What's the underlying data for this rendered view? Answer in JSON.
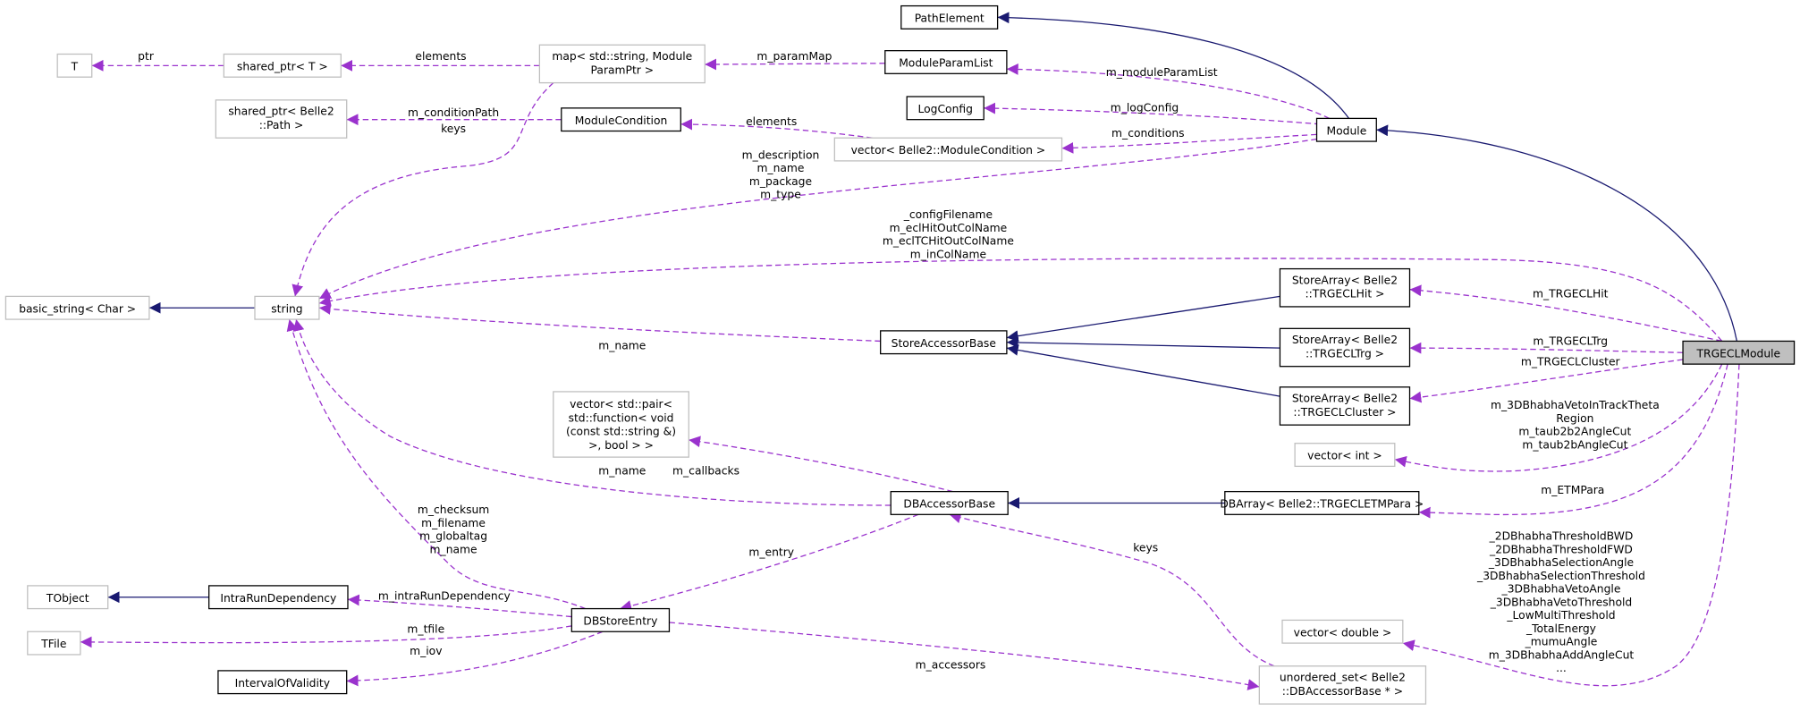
{
  "colors": {
    "inheritance": "#191970",
    "usage": "#9a32cd",
    "focus_fill": "#bfbfbf",
    "external_border": "#bfbfbf"
  },
  "nodes": {
    "path_element": [
      "PathElement"
    ],
    "module": [
      "Module"
    ],
    "log_config": [
      "LogConfig"
    ],
    "module_param_list": [
      "ModuleParamList"
    ],
    "map_param": [
      "map< std::string, Module",
      "ParamPtr >"
    ],
    "shared_ptr_t": [
      "shared_ptr< T >"
    ],
    "t": [
      "T"
    ],
    "shared_ptr_path": [
      "shared_ptr< Belle2",
      "::Path >"
    ],
    "module_condition": [
      "ModuleCondition"
    ],
    "vector_module_condition": [
      "vector< Belle2::ModuleCondition >"
    ],
    "basic_string": [
      "basic_string< Char >"
    ],
    "string": [
      "string"
    ],
    "store_accessor_base": [
      "StoreAccessorBase"
    ],
    "store_array_hit": [
      "StoreArray< Belle2",
      "::TRGECLHit >"
    ],
    "store_array_trg": [
      "StoreArray< Belle2",
      "::TRGECLTrg >"
    ],
    "store_array_cluster": [
      "StoreArray< Belle2",
      "::TRGECLCluster >"
    ],
    "trgecl_module": [
      "TRGECLModule"
    ],
    "vector_int": [
      "vector< int >"
    ],
    "db_array": [
      "DBArray< Belle2::TRGECLETMPara >"
    ],
    "db_accessor_base": [
      "DBAccessorBase"
    ],
    "vector_pair": [
      "vector< std::pair<",
      "std::function< void",
      "(const std::string &)",
      ">, bool > >"
    ],
    "tobject": [
      "TObject"
    ],
    "intra_run_dependency": [
      "IntraRunDependency"
    ],
    "tfile": [
      "TFile"
    ],
    "interval_of_validity": [
      "IntervalOfValidity"
    ],
    "db_store_entry": [
      "DBStoreEntry"
    ],
    "vector_double": [
      "vector< double >"
    ],
    "unordered_set": [
      "unordered_set< Belle2",
      "::DBAccessorBase * >"
    ]
  },
  "edge_labels": {
    "ptr": [
      "ptr"
    ],
    "elements_map": [
      "elements"
    ],
    "param_map": [
      "m_paramMap"
    ],
    "module_param_list": [
      "m_moduleParamList"
    ],
    "condition_path": [
      "m_conditionPath"
    ],
    "keys_map": [
      "keys"
    ],
    "log_config": [
      "m_logConfig"
    ],
    "elements_cond": [
      "elements"
    ],
    "conditions": [
      "m_conditions"
    ],
    "module_strings": [
      "m_description",
      "m_name",
      "m_package",
      "m_type"
    ],
    "trgecl_strings": [
      "_configFilename",
      "m_eclHitOutColName",
      "m_eclTCHitOutColName",
      "m_inColName"
    ],
    "sab_name": [
      "m_name"
    ],
    "trgecl_hit": [
      "m_TRGECLHit"
    ],
    "trgecl_trg": [
      "m_TRGECLTrg"
    ],
    "trgecl_cluster": [
      "m_TRGECLCluster"
    ],
    "vector_int_members": [
      "m_3DBhabhaVetoInTrackTheta",
      "Region",
      "m_taub2b2AngleCut",
      "m_taub2bAngleCut"
    ],
    "etm_para": [
      "m_ETMPara"
    ],
    "callbacks": [
      "m_callbacks"
    ],
    "dba_name": [
      "m_name"
    ],
    "dbse_strings": [
      "m_checksum",
      "m_filename",
      "m_globaltag",
      "m_name"
    ],
    "entry": [
      "m_entry"
    ],
    "keys_set": [
      "keys"
    ],
    "intra_run": [
      "m_intraRunDependency"
    ],
    "tfile": [
      "m_tfile"
    ],
    "iov": [
      "m_iov"
    ],
    "accessors": [
      "m_accessors"
    ],
    "vector_double_members": [
      "_2DBhabhaThresholdBWD",
      "_2DBhabhaThresholdFWD",
      "_3DBhabhaSelectionAngle",
      "_3DBhabhaSelectionThreshold",
      "_3DBhabhaVetoAngle",
      "_3DBhabhaVetoThreshold",
      "_LowMultiThreshold",
      "_TotalEnergy",
      "_mumuAngle",
      "m_3DBhabhaAddAngleCut",
      "..."
    ]
  }
}
